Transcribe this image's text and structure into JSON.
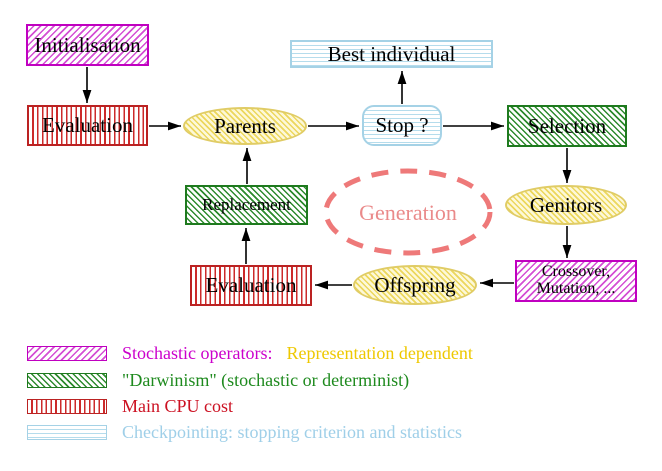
{
  "diagram": {
    "nodes": {
      "initialisation": "Initialisation",
      "evaluation_top": "Evaluation",
      "parents": "Parents",
      "best_individual": "Best individual",
      "stop": "Stop ?",
      "selection": "Selection",
      "genitors": "Genitors",
      "crossover_line1": "Crossover,",
      "crossover_line2": "Mutation, ...",
      "offspring": "Offspring",
      "evaluation_bottom": "Evaluation",
      "replacement": "Replacement",
      "generation": "Generation"
    },
    "colors": {
      "stochastic_magenta": "#cc00cc",
      "darwinism_green": "#1e7a1e",
      "cpu_cost_red": "#bb2222",
      "checkpoint_cyan": "#9fcfe8",
      "ellipse_yellow": "#ecd75c",
      "generation_salmon": "#ee7979",
      "arrow_black": "#000000"
    }
  },
  "legend": {
    "items": [
      {
        "swatch": "magenta-hatch",
        "text": "Stochastic operators:",
        "text2": "Representation dependent",
        "text_color": "#cc00cc",
        "text2_color": "#eec800"
      },
      {
        "swatch": "green-hatch",
        "text": "\"Darwinism\" (stochastic or determinist)",
        "text_color": "#1e8a1e"
      },
      {
        "swatch": "red-stripes",
        "text": "Main CPU cost",
        "text_color": "#cc1122"
      },
      {
        "swatch": "cyan-stripes",
        "text": "Checkpointing: stopping criterion and statistics",
        "text_color": "#9fcfe8"
      }
    ]
  }
}
